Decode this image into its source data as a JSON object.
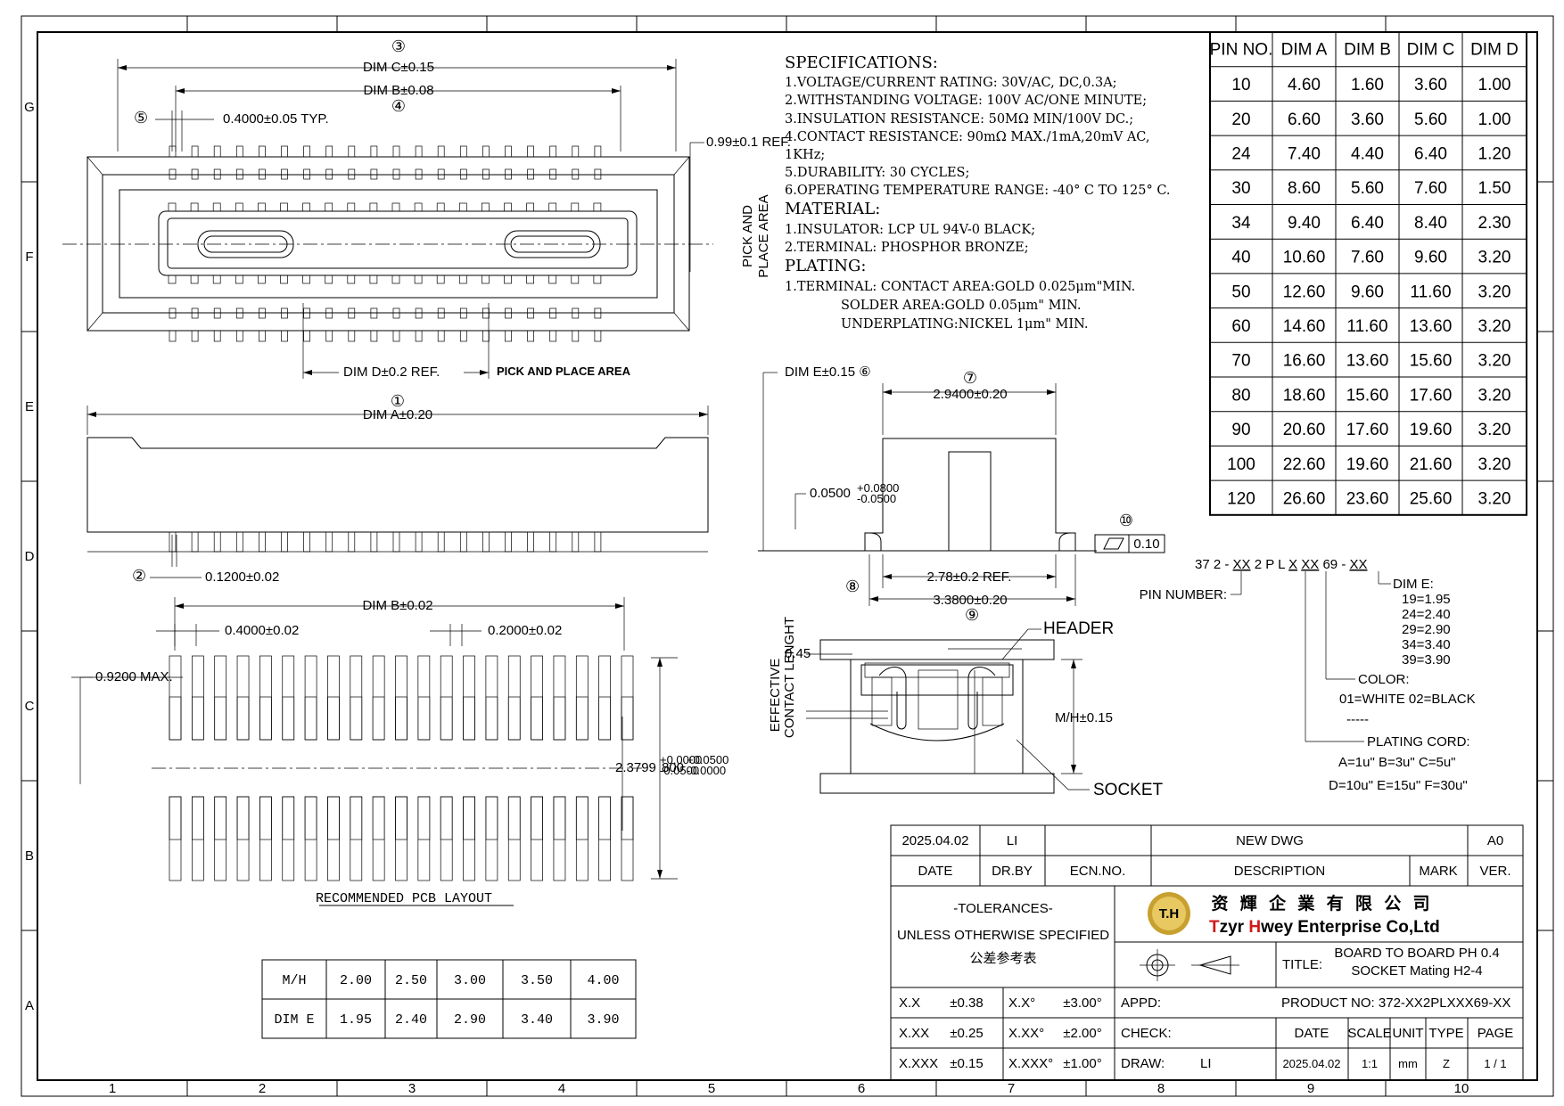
{
  "frame": {
    "col_labels": [
      "1",
      "2",
      "3",
      "4",
      "5",
      "6",
      "7",
      "8",
      "9",
      "10"
    ],
    "row_labels": [
      "G",
      "F",
      "E",
      "D",
      "C",
      "B",
      "A"
    ]
  },
  "top_view": {
    "dim_c": "DIM C±0.15",
    "dim_b": "DIM B±0.08",
    "pitch": "0.4000±0.05 TYP.",
    "ref_099": "0.99±0.1 REF.",
    "dim_d": "DIM D±0.2 REF.",
    "pick_place": "PICK AND PLACE AREA",
    "pick_place_v1": "PICK AND",
    "pick_place_v2": "PLACE AREA",
    "b3": "③",
    "b4": "④",
    "b5": "⑤"
  },
  "side_view": {
    "dim_a": "DIM A±0.20",
    "b1": "①",
    "b2": "②",
    "lead": "0.1200±0.02"
  },
  "pcb": {
    "dim_b": "DIM B±0.02",
    "pad_pitch": "0.4000±0.02",
    "pad_w": "0.2000±0.02",
    "max": "0.9200 MAX.",
    "span": "2.3799",
    "span_tol_up": "+0.0000",
    "span_tol_dn": "-0.0500",
    "span2": "800",
    "span2_tol_up": "+0.0500",
    "span2_tol_dn": "-0.0000",
    "caption": "RECOMMENDED PCB LAYOUT"
  },
  "specs": {
    "lines": [
      "SPECIFICATIONS:",
      "1.VOLTAGE/CURRENT RATING: 30V/AC, DC,0.3A;",
      "2.WITHSTANDING VOLTAGE: 100V AC/ONE MINUTE;",
      "3.INSULATION RESISTANCE: 50MΩ  MIN/100V DC.;",
      "4.CONTACT RESISTANCE: 90mΩ  MAX./1mA,20mV AC,",
      "  1KHz;",
      "5.DURABILITY: 30 CYCLES;",
      "6.OPERATING TEMPERATURE RANGE: -40°  C TO 125°  C.",
      "MATERIAL:",
      "1.INSULATOR: LCP UL 94V-0 BLACK;",
      "2.TERMINAL: PHOSPHOR BRONZE;",
      "PLATING:",
      "1.TERMINAL: CONTACT AREA:GOLD 0.025μm\"MIN.",
      "SOLDER AREA:GOLD 0.05μm\" MIN.",
      "UNDERPLATING:NICKEL 1μm\" MIN."
    ]
  },
  "dim_table": {
    "headers": [
      "PIN NO.",
      "DIM A",
      "DIM B",
      "DIM C",
      "DIM D"
    ],
    "rows": [
      [
        "10",
        "4.60",
        "1.60",
        "3.60",
        "1.00"
      ],
      [
        "20",
        "6.60",
        "3.60",
        "5.60",
        "1.00"
      ],
      [
        "24",
        "7.40",
        "4.40",
        "6.40",
        "1.20"
      ],
      [
        "30",
        "8.60",
        "5.60",
        "7.60",
        "1.50"
      ],
      [
        "34",
        "9.40",
        "6.40",
        "8.40",
        "2.30"
      ],
      [
        "40",
        "10.60",
        "7.60",
        "9.60",
        "3.20"
      ],
      [
        "50",
        "12.60",
        "9.60",
        "11.60",
        "3.20"
      ],
      [
        "60",
        "14.60",
        "11.60",
        "13.60",
        "3.20"
      ],
      [
        "70",
        "16.60",
        "13.60",
        "15.60",
        "3.20"
      ],
      [
        "80",
        "18.60",
        "15.60",
        "17.60",
        "3.20"
      ],
      [
        "90",
        "20.60",
        "17.60",
        "19.60",
        "3.20"
      ],
      [
        "100",
        "22.60",
        "19.60",
        "21.60",
        "3.20"
      ],
      [
        "120",
        "26.60",
        "23.60",
        "25.60",
        "3.20"
      ]
    ]
  },
  "end_view": {
    "dim_e": "DIM E±0.15 ⑥",
    "b7": "⑦",
    "w": "2.9400±0.20",
    "h": "0.0500",
    "h_up": "+0.0800",
    "h_dn": "-0.0500",
    "b10": "⑩",
    "flat": "0.10",
    "ref": "2.78±0.2 REF.",
    "b8": "⑧",
    "w2": "3.3800±0.20",
    "b9": "⑨"
  },
  "part_number": {
    "code_parts": [
      "37 2 - ",
      "XX",
      " 2 P L ",
      "X",
      " ",
      "XX",
      " 69 - ",
      "XX"
    ],
    "pin_number": "PIN NUMBER:",
    "dim_e_title": "DIM E:",
    "dim_e_opts": [
      "19=1.95",
      "24=2.40",
      "29=2.90",
      "34=3.40",
      "39=3.90"
    ],
    "color_title": "COLOR:",
    "color_opts": "01=WHITE 02=BLACK",
    "dashes": "-----",
    "plating_title": "PLATING CORD:",
    "plating_opts": [
      "A=1u\"  B=3u\"  C=5u\"",
      "D=10u\" E=15u\" F=30u\""
    ]
  },
  "mating": {
    "header": "HEADER",
    "socket": "SOCKET",
    "mh": "M/H±0.15",
    "eff1": "EFFECTIVE",
    "eff2": "CONTACT LENGHT",
    "v045": "0.45"
  },
  "mh_table": {
    "rows": [
      [
        "M/H",
        "2.00",
        "2.50",
        "3.00",
        "3.50",
        "4.00"
      ],
      [
        "DIM E",
        "1.95",
        "2.40",
        "2.90",
        "3.40",
        "3.90"
      ]
    ]
  },
  "revision": {
    "date": "2025.04.02",
    "by": "LI",
    "desc": "NEW DWG",
    "ver": "A0",
    "h_date": "DATE",
    "h_by": "DR.BY",
    "h_ecn": "ECN.NO.",
    "h_desc": "DESCRIPTION",
    "h_mark": "MARK",
    "h_ver": "VER."
  },
  "title_block": {
    "tol1": "-TOLERANCES-",
    "tol2": "UNLESS OTHERWISE SPECIFIED",
    "tol3": "公差参考表",
    "company_cn": "资 輝 企 業 有 限 公 司",
    "company_en_t": "T",
    "company_en_1": "zyr ",
    "company_en_h": "H",
    "company_en_2": "wey Enterprise Co,Ltd",
    "logo": "T.H",
    "title_label": "TITLE:",
    "title_1": "BOARD TO BOARD PH 0.4",
    "title_2": "SOCKET Mating H2-4",
    "product": "PRODUCT NO: 372-XX2PLXXX69-XX",
    "tols": [
      [
        "X.X",
        "±0.38",
        "X.X°",
        "±3.00°"
      ],
      [
        "X.XX",
        "±0.25",
        "X.XX°",
        "±2.00°"
      ],
      [
        "X.XXX",
        "±0.15",
        "X.XXX°",
        "±1.00°"
      ]
    ],
    "appd": "APPD:",
    "check": "CHECK:",
    "draw": "DRAW:",
    "draw_by": "LI",
    "h_date": "DATE",
    "h_scale": "SCALE",
    "h_unit": "UNIT",
    "h_type": "TYPE",
    "h_page": "PAGE",
    "v_date": "2025.04.02",
    "v_scale": "1:1",
    "v_unit": "mm",
    "v_type": "Z",
    "v_page": "1 / 1"
  },
  "colors": {
    "logo_gold": "#c8a030",
    "brand_red": "#d01818"
  }
}
